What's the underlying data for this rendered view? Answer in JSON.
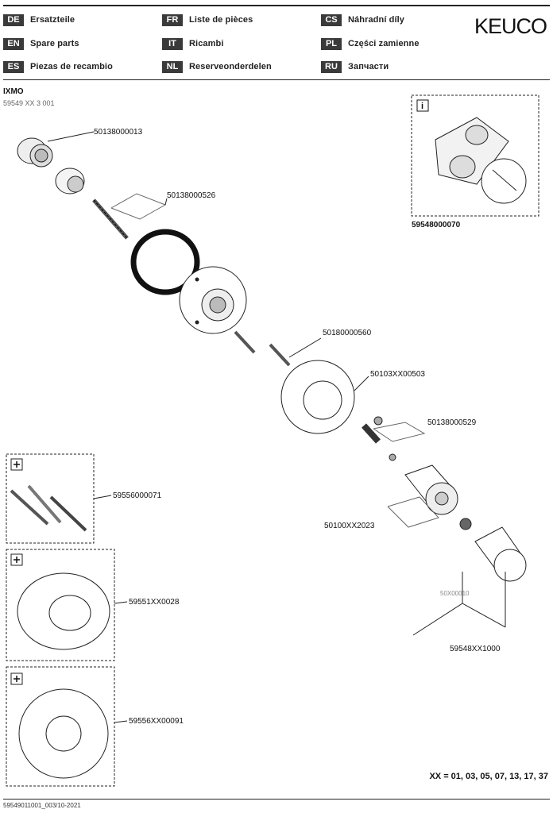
{
  "header": {
    "languages": [
      {
        "code": "DE",
        "label": "Ersatzteile"
      },
      {
        "code": "FR",
        "label": "Liste de pièces"
      },
      {
        "code": "CS",
        "label": "Náhradní díly"
      },
      {
        "code": "EN",
        "label": "Spare parts"
      },
      {
        "code": "IT",
        "label": "Ricambi"
      },
      {
        "code": "PL",
        "label": "Części zamienne"
      },
      {
        "code": "ES",
        "label": "Piezas de recambio"
      },
      {
        "code": "NL",
        "label": "Reserveonderdelen"
      },
      {
        "code": "RU",
        "label": "Запчасти"
      }
    ],
    "logo": "KEUCO"
  },
  "product": {
    "name": "IXMO",
    "number": "59549 XX 3 001"
  },
  "parts": {
    "p1": "50138000013",
    "p2": "50138000526",
    "p3": "59548000070",
    "p4": "50180000560",
    "p5": "50103XX00503",
    "p6": "50138000529",
    "p7": "59556000071",
    "p8": "50100XX2023",
    "p9": "50X00010",
    "p10": "59551XX0028",
    "p11": "59548XX1000",
    "p12": "59556XX00091"
  },
  "info_box_icon": "info-icon",
  "kit_icon": "plus-icon",
  "variants_text": "XX = 01, 03, 05, 07, 13, 17, 37",
  "footer_text": "59549011001_003/10-2021"
}
